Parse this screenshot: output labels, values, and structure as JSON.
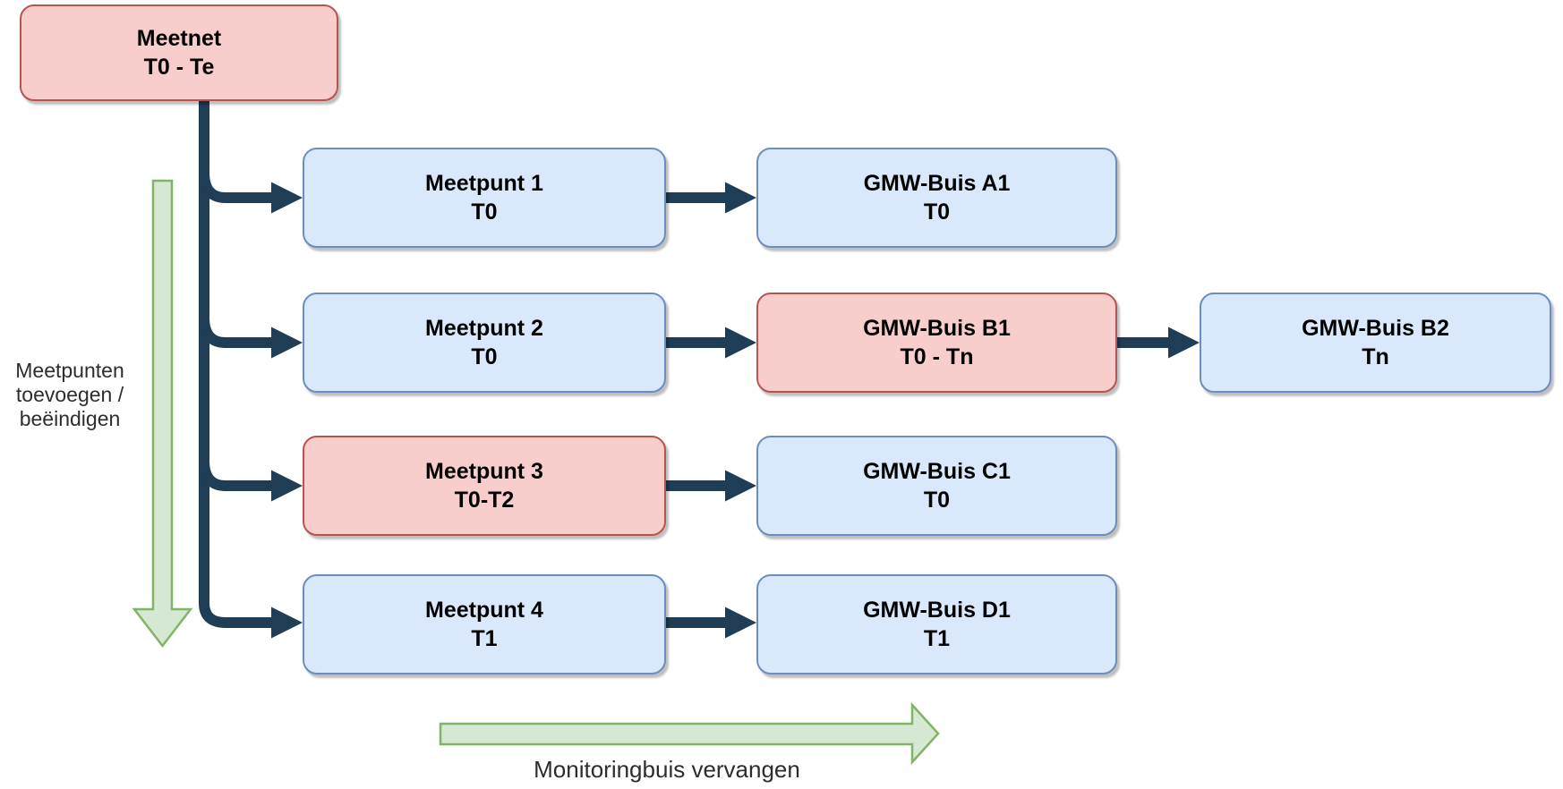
{
  "colors": {
    "accent_dark": "#1f3d54",
    "red_fill": "#f8cecc",
    "red_stroke": "#b85450",
    "blue_fill": "#dae8fc",
    "blue_stroke": "#6c8ebf",
    "green_fill": "#d5e8d4",
    "green_stroke": "#82b366"
  },
  "diagram": {
    "root": {
      "label": "Meetnet",
      "sublabel": "T0 - Te",
      "variant": "red"
    },
    "rows": [
      {
        "meetpunt": {
          "label": "Meetpunt 1",
          "sublabel": "T0",
          "variant": "blue"
        },
        "buis1": {
          "label": "GMW-Buis A1",
          "sublabel": "T0",
          "variant": "blue"
        }
      },
      {
        "meetpunt": {
          "label": "Meetpunt 2",
          "sublabel": "T0",
          "variant": "blue"
        },
        "buis1": {
          "label": "GMW-Buis B1",
          "sublabel": "T0 - Tn",
          "variant": "red"
        },
        "buis2": {
          "label": "GMW-Buis B2",
          "sublabel": "Tn",
          "variant": "blue"
        }
      },
      {
        "meetpunt": {
          "label": "Meetpunt 3",
          "sublabel": "T0-T2",
          "variant": "red"
        },
        "buis1": {
          "label": "GMW-Buis C1",
          "sublabel": "T0",
          "variant": "blue"
        }
      },
      {
        "meetpunt": {
          "label": "Meetpunt 4",
          "sublabel": "T1",
          "variant": "blue"
        },
        "buis1": {
          "label": "GMW-Buis D1",
          "sublabel": "T1",
          "variant": "blue"
        }
      }
    ]
  },
  "labels": {
    "left_arrow_lines": [
      "Meetpunten",
      "toevoegen /",
      "beëindigen"
    ],
    "bottom_arrow": "Monitoringbuis vervangen"
  }
}
